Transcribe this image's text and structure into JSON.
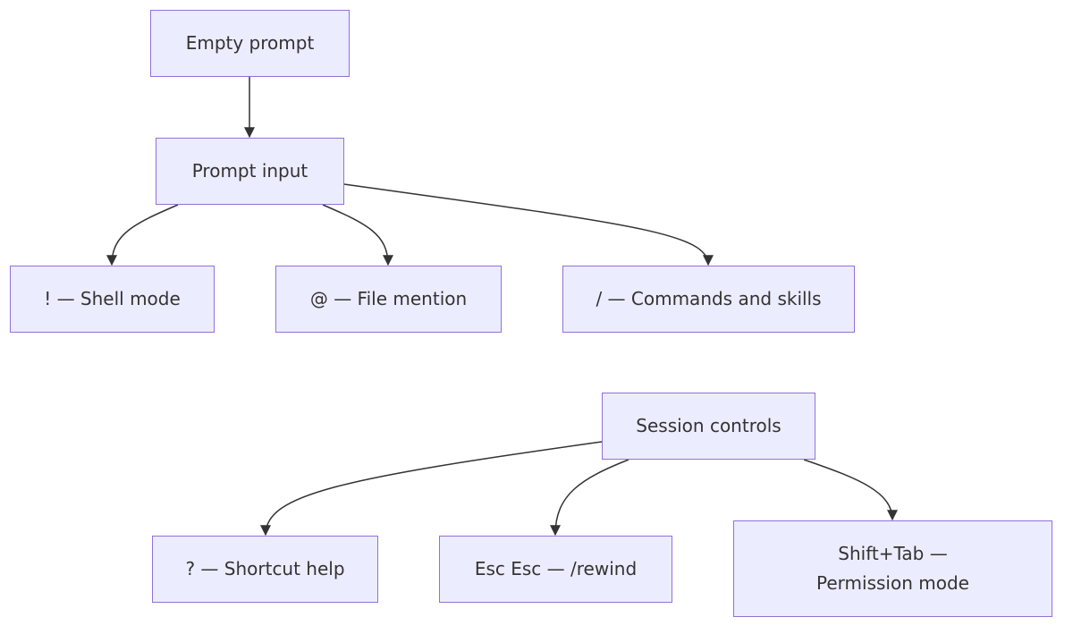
{
  "nodes": {
    "empty_prompt": "Empty prompt",
    "prompt_input": "Prompt input",
    "shell_mode": "! — Shell mode",
    "file_mention": "@ — File mention",
    "commands_skills": "/ — Commands and skills",
    "session_controls": "Session controls",
    "shortcut_help": "? — Shortcut help",
    "rewind": "Esc Esc — /rewind",
    "permission_mode": "Shift+Tab — Permission mode"
  },
  "colors": {
    "node_fill": "#ececff",
    "node_border": "#9370db",
    "text": "#333333",
    "edge": "#333333"
  }
}
